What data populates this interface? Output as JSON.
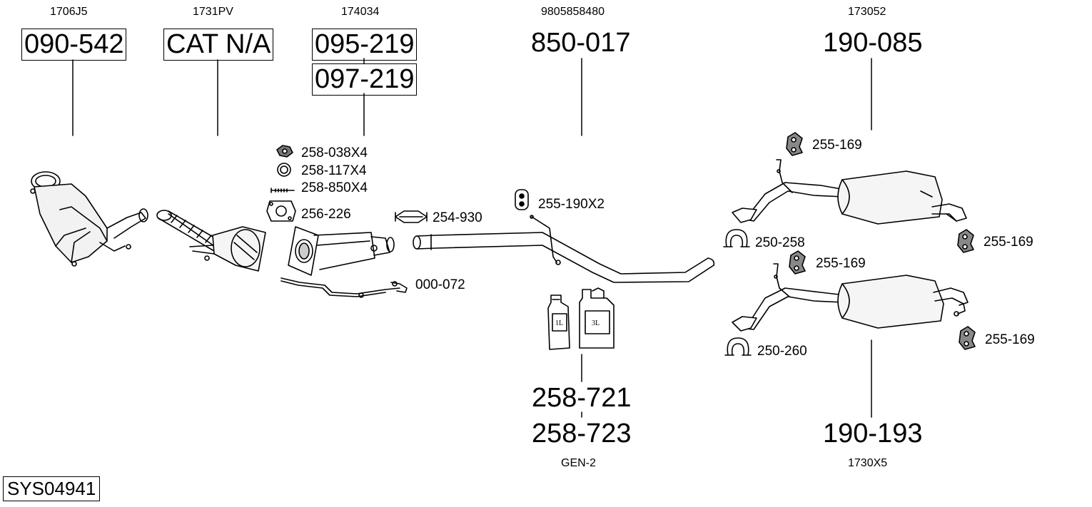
{
  "system_id": "SYS04941",
  "components": [
    {
      "ref": "1706J5",
      "part": "090-542"
    },
    {
      "ref": "1731PV",
      "part": "CAT N/A"
    },
    {
      "ref": "174034",
      "parts": [
        "095-219",
        "097-219"
      ]
    },
    {
      "ref": "9805858480",
      "part": "850-017"
    },
    {
      "ref": "173052",
      "part": "190-085"
    },
    {
      "ref": "GEN-2",
      "parts": [
        "258-721",
        "258-723"
      ]
    },
    {
      "ref": "1730X5",
      "part": "190-193"
    }
  ],
  "fittings": {
    "nut": "258-038X4",
    "ring": "258-117X4",
    "stud": "258-850X4",
    "gasket": "256-226",
    "clamp_a": "254-930",
    "sensor": "000-072",
    "hanger_mid": "255-190X2",
    "clamp_b": "250-258",
    "clamp_c": "250-260",
    "rubber_1": "255-169",
    "rubber_2": "255-169",
    "rubber_3": "255-169",
    "rubber_4": "255-169"
  },
  "bottles": {
    "small": "1L",
    "large": "3L"
  }
}
